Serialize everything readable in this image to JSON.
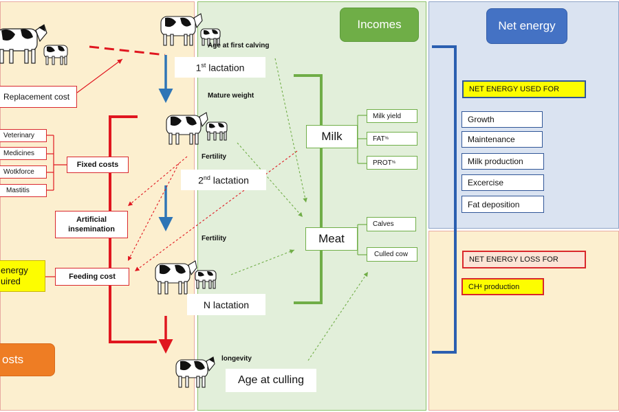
{
  "colors": {
    "costs_bg": "#fcefcf",
    "incomes_bg": "#e2efda",
    "net_energy_bg": "#dae3f1",
    "energy_loss_bg": "#fcefcf",
    "red": "#e0161f",
    "green": "#70ad47",
    "blue": "#2e75b6",
    "dark_blue": "#2f5597",
    "orange": "#ee7d24",
    "yellow": "#fdfd00"
  },
  "headers": {
    "incomes": "Incomes",
    "net_energy": "Net energy",
    "costs": "osts"
  },
  "lifecycle": {
    "age_first_calving": "Age at first calving",
    "mature_weight": "Mature weight",
    "fertility_1": "Fertility",
    "fertility_2": "Fertility",
    "longevity": "longevity",
    "first_lactation": "1st lactation",
    "second_lactation": "2nd lactation",
    "n_lactation": "N lactation",
    "age_at_culling": "Age at culling"
  },
  "costs": {
    "replacement": "Replacement cost",
    "veterinary": "Veterinary",
    "medicines": "Medicines",
    "workforce": "Wotkforce",
    "mastitis": "Mastitis",
    "fixed": "Fixed costs",
    "artificial_insemination": "Artificial insemination",
    "feeding": "Feeding cost",
    "energy_required_1": "energy",
    "energy_required_2": "uired"
  },
  "incomes": {
    "milk": "Milk",
    "meat": "Meat",
    "milk_yield": "Milk yield",
    "fat": "FAT",
    "fat_sub": "%",
    "prot": "PROT",
    "prot_sub": "%",
    "calves": "Calves",
    "culled_cow": "Culled cow"
  },
  "net_energy": {
    "used_for": "NET ENERGY USED FOR",
    "growth": "Growth",
    "maintenance": "Maintenance",
    "milk_production": "Milk production",
    "exercise": "Excercise",
    "fat_deposition": "Fat deposition",
    "loss_for": "NET ENERGY LOSS FOR",
    "ch4_pre": "CH",
    "ch4_sub": "4",
    "ch4_post": " production"
  }
}
